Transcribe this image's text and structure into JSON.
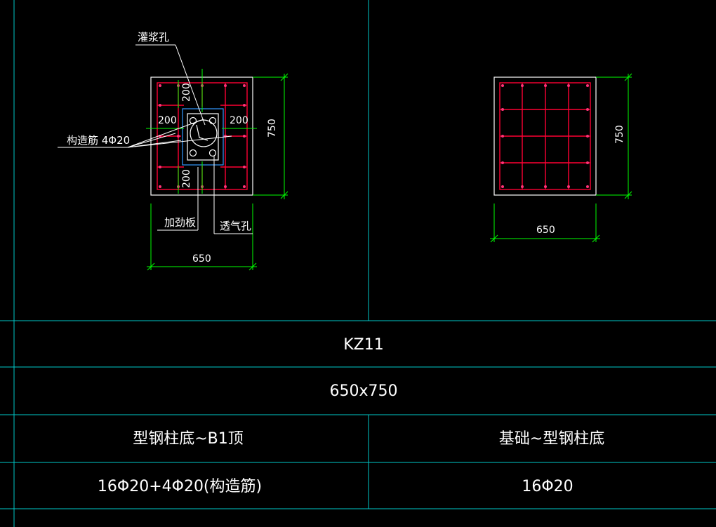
{
  "detail_left": {
    "labels": {
      "grout_hole": "灌浆孔",
      "stirrup_bars": "构造筋 4Φ20",
      "stiffener": "加劲板",
      "vent_hole": "透气孔"
    },
    "dims": {
      "top_200": "200",
      "left_200": "200",
      "right_200": "200",
      "bottom_200": "200",
      "height": "750",
      "width": "650"
    }
  },
  "detail_right": {
    "dims": {
      "height": "750",
      "width": "650"
    }
  },
  "table": {
    "row_name": "KZ11",
    "row_size": "650x750",
    "col_left_header": "型钢柱底~B1顶",
    "col_right_header": "基础~型钢柱底",
    "col_left_rebar": "16Φ20+4Φ20(构造筋)",
    "col_right_rebar": "16Φ20"
  },
  "colors": {
    "grid": "#00c8c8",
    "rebar": "#ff0033",
    "dimension": "#00ff00",
    "steel": "#3399ff",
    "outline": "#ffffff"
  }
}
